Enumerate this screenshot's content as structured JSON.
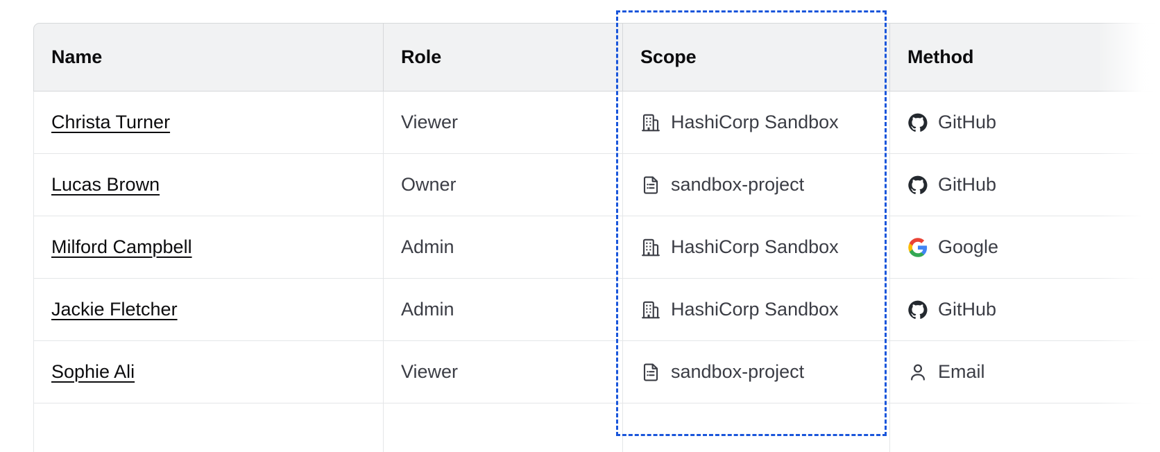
{
  "table": {
    "columns": [
      {
        "key": "name",
        "label": "Name"
      },
      {
        "key": "role",
        "label": "Role"
      },
      {
        "key": "scope",
        "label": "Scope"
      },
      {
        "key": "method",
        "label": "Method"
      }
    ],
    "rows": [
      {
        "name": "Christa Turner",
        "role": "Viewer",
        "scope": "HashiCorp Sandbox",
        "scope_icon": "organization-icon",
        "method": "GitHub",
        "method_icon": "github-icon"
      },
      {
        "name": "Lucas Brown",
        "role": "Owner",
        "scope": "sandbox-project",
        "scope_icon": "project-icon",
        "method": "GitHub",
        "method_icon": "github-icon"
      },
      {
        "name": "Milford Campbell",
        "role": "Admin",
        "scope": "HashiCorp Sandbox",
        "scope_icon": "organization-icon",
        "method": "Google",
        "method_icon": "google-icon"
      },
      {
        "name": "Jackie Fletcher",
        "role": "Admin",
        "scope": "HashiCorp Sandbox",
        "scope_icon": "organization-icon",
        "method": "GitHub",
        "method_icon": "github-icon"
      },
      {
        "name": "Sophie Ali",
        "role": "Viewer",
        "scope": "sandbox-project",
        "scope_icon": "project-icon",
        "method": "Email",
        "method_icon": "user-icon"
      },
      {
        "name": "",
        "role": "",
        "scope": "",
        "scope_icon": "",
        "method": "",
        "method_icon": ""
      }
    ]
  },
  "selection": {
    "name": "scope-column-selection",
    "target_column": "Scope",
    "color": "#1a56db",
    "style": "dashed"
  },
  "colors": {
    "header_background": "#f1f2f3",
    "header_text": "#0c0c0e",
    "body_text": "#3b3d45",
    "link_text": "#0c0c0e",
    "row_border": "#e4e6e8",
    "header_border": "#d6d8da",
    "accent": "#1a56db"
  }
}
